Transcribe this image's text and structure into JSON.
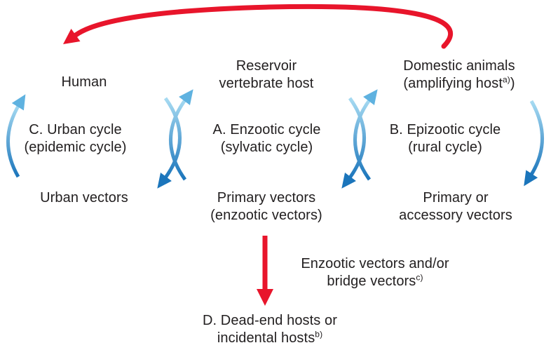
{
  "columns": {
    "left": {
      "host": "Human",
      "cycle_line1": "C. Urban cycle",
      "cycle_line2": "(epidemic cycle)",
      "vector": "Urban vectors"
    },
    "middle": {
      "host_line1": "Reservoir",
      "host_line2": "vertebrate host",
      "cycle_line1": "A. Enzootic cycle",
      "cycle_line2": "(sylvatic cycle)",
      "vector_line1": "Primary vectors",
      "vector_line2": "(enzootic vectors)"
    },
    "right": {
      "host_line1": "Domestic animals",
      "host_line2_pre": "(amplifying host",
      "host_line2_sup": "a)",
      "host_line2_post": ")",
      "cycle_line1": "B. Epizootic cycle",
      "cycle_line2": "(rural cycle)",
      "vector_line1": "Primary or",
      "vector_line2": "accessory vectors"
    }
  },
  "bridge_note": {
    "line1": "Enzootic vectors and/or",
    "line2_pre": "bridge vectors",
    "line2_sup": "c)"
  },
  "dead_end": {
    "line1": "D. Dead-end hosts or",
    "line2_pre": "incidental hosts",
    "line2_sup": "b)"
  },
  "colors": {
    "arrow_red": "#e8152b",
    "arrow_blue_light": "#a7dbf2",
    "arrow_blue_dark": "#1b75bb",
    "text": "#232021"
  }
}
